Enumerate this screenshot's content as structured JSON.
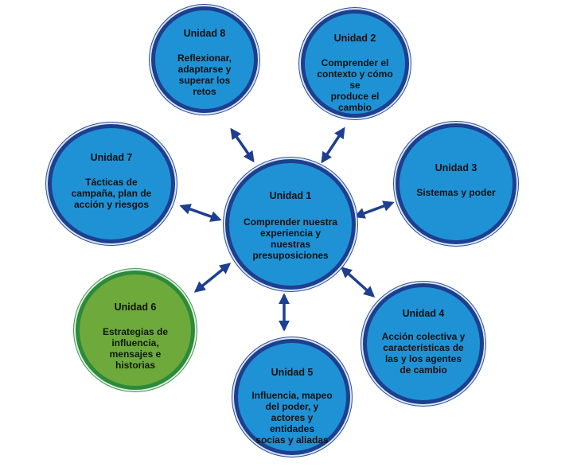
{
  "diagram": {
    "center": {
      "unit": "Unidad 1",
      "text": "Comprender nuestra\nexperiencia y nuestras\npresuposiciones"
    },
    "u2": {
      "unit": "Unidad 2",
      "text": "Comprender el\ncontexto y cómo se\nproduce el cambio"
    },
    "u3": {
      "unit": "Unidad 3",
      "text": "Sistemas y poder"
    },
    "u4": {
      "unit": "Unidad 4",
      "text": "Acción colectiva y\ncaracterísticas de\nlas y los agentes\nde cambio"
    },
    "u5": {
      "unit": "Unidad 5",
      "text": "Influencia, mapeo\ndel poder, y\nactores y entidades\nsocias y aliadas"
    },
    "u6": {
      "unit": "Unidad 6",
      "text": "Estrategias de\ninfluencia,\nmensajes e\nhistorias"
    },
    "u7": {
      "unit": "Unidad 7",
      "text": "Tácticas de\ncampaña, plan de\nacción y riesgos"
    },
    "u8": {
      "unit": "Unidad 8",
      "text": "Reflexionar,\nadaptarse y\nsuperar los retos"
    },
    "colors": {
      "blue_fill": "#1f92d6",
      "blue_border": "#1e3f8f",
      "green_fill": "#6ea93b",
      "green_border": "#2c8a3b",
      "arrow": "#1e3f8f"
    }
  }
}
